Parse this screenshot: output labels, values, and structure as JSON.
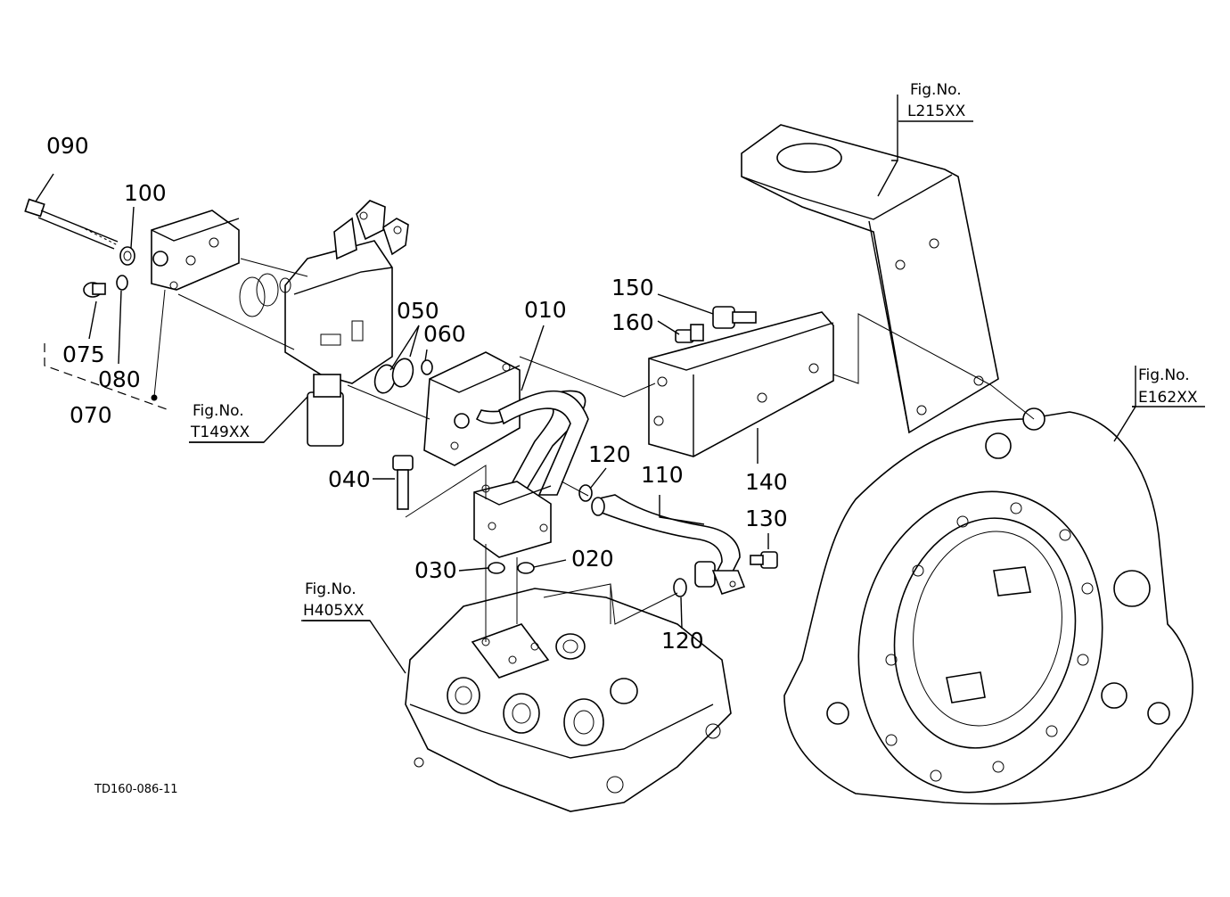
{
  "diagram_code": "TD160-086-11",
  "fig_prefix": "Fig.No.",
  "fig_refs": {
    "l215": "L215XX",
    "e162": "E162XX",
    "t149": "T149XX",
    "h405": "H405XX"
  },
  "part_labels": {
    "p090": "090",
    "p100": "100",
    "p075": "075",
    "p080": "080",
    "p070": "070",
    "p050": "050",
    "p060": "060",
    "p010": "010",
    "p150": "150",
    "p160": "160",
    "p140": "140",
    "p040": "040",
    "p120a": "120",
    "p110": "110",
    "p130": "130",
    "p030": "030",
    "p020": "020",
    "p120b": "120"
  }
}
